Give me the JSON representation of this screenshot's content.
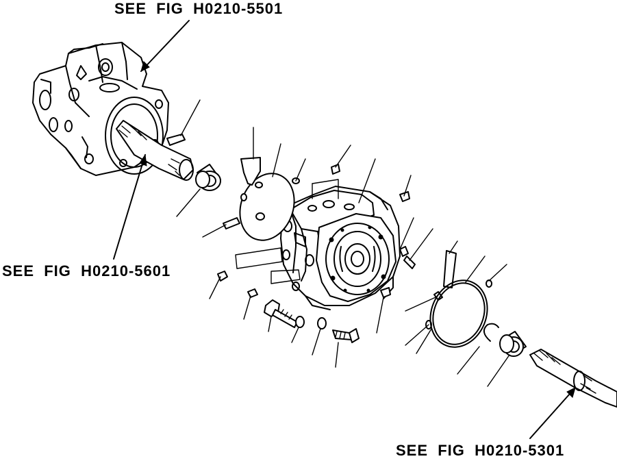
{
  "figure_refs": {
    "top": "SEE  FIG  H0210-5501",
    "left": "SEE  FIG  H0210-5601",
    "bottom": "SEE  FIG  H0210-5301"
  }
}
